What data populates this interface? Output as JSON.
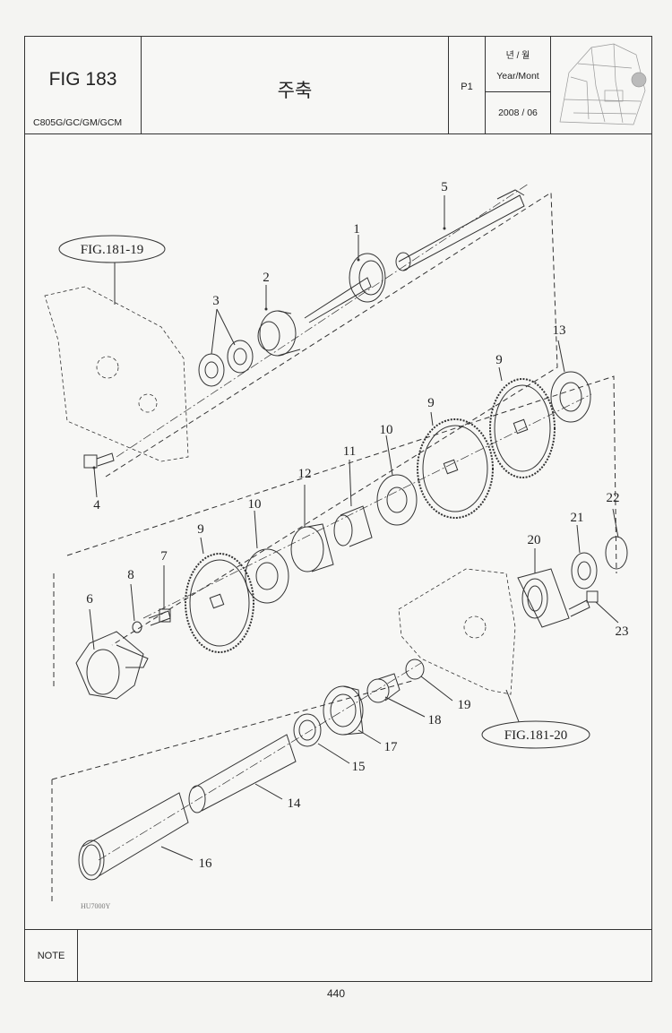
{
  "header": {
    "fig_label": "FIG 183",
    "models": "C805G/GC/GM/GCM",
    "title": "주축",
    "page_code": "P1",
    "date_label_kr": "년 / 월",
    "date_label_en": "Year/Mont",
    "date_value": "2008 / 06"
  },
  "diagram": {
    "refs": [
      "FIG.181-19",
      "FIG.181-20"
    ],
    "part_numbers": [
      "1",
      "2",
      "3",
      "4",
      "5",
      "6",
      "7",
      "8",
      "9",
      "9",
      "9",
      "10",
      "10",
      "11",
      "12",
      "13",
      "14",
      "15",
      "16",
      "17",
      "18",
      "19",
      "20",
      "21",
      "22",
      "23"
    ],
    "drawing_code": "HU7000Y"
  },
  "note": {
    "label": "NOTE",
    "content": ""
  },
  "page_number": "440"
}
